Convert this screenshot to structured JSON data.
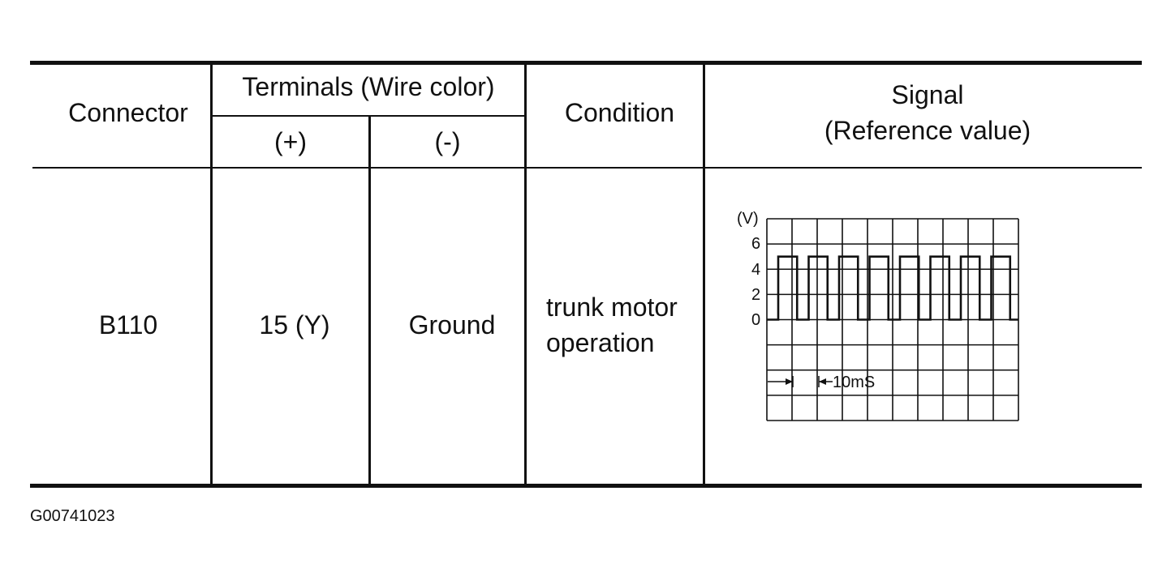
{
  "table": {
    "headers": {
      "connector": "Connector",
      "terminals": "Terminals (Wire color)",
      "plus": "(+)",
      "minus": "(-)",
      "condition": "Condition",
      "signal_line1": "Signal",
      "signal_line2": "(Reference value)"
    },
    "row": {
      "connector": "B110",
      "plus": "15 (Y)",
      "minus": "Ground",
      "condition_line1": "trunk motor",
      "condition_line2": "operation"
    }
  },
  "waveform": {
    "unit_label": "(V)",
    "y_ticks": [
      "6",
      "4",
      "2",
      "0"
    ],
    "time_scale_label": "10mS",
    "pulse_high_volts": 5,
    "pulse_low_volts": 0,
    "pulse_count": 8
  },
  "figure_id": "G00741023"
}
